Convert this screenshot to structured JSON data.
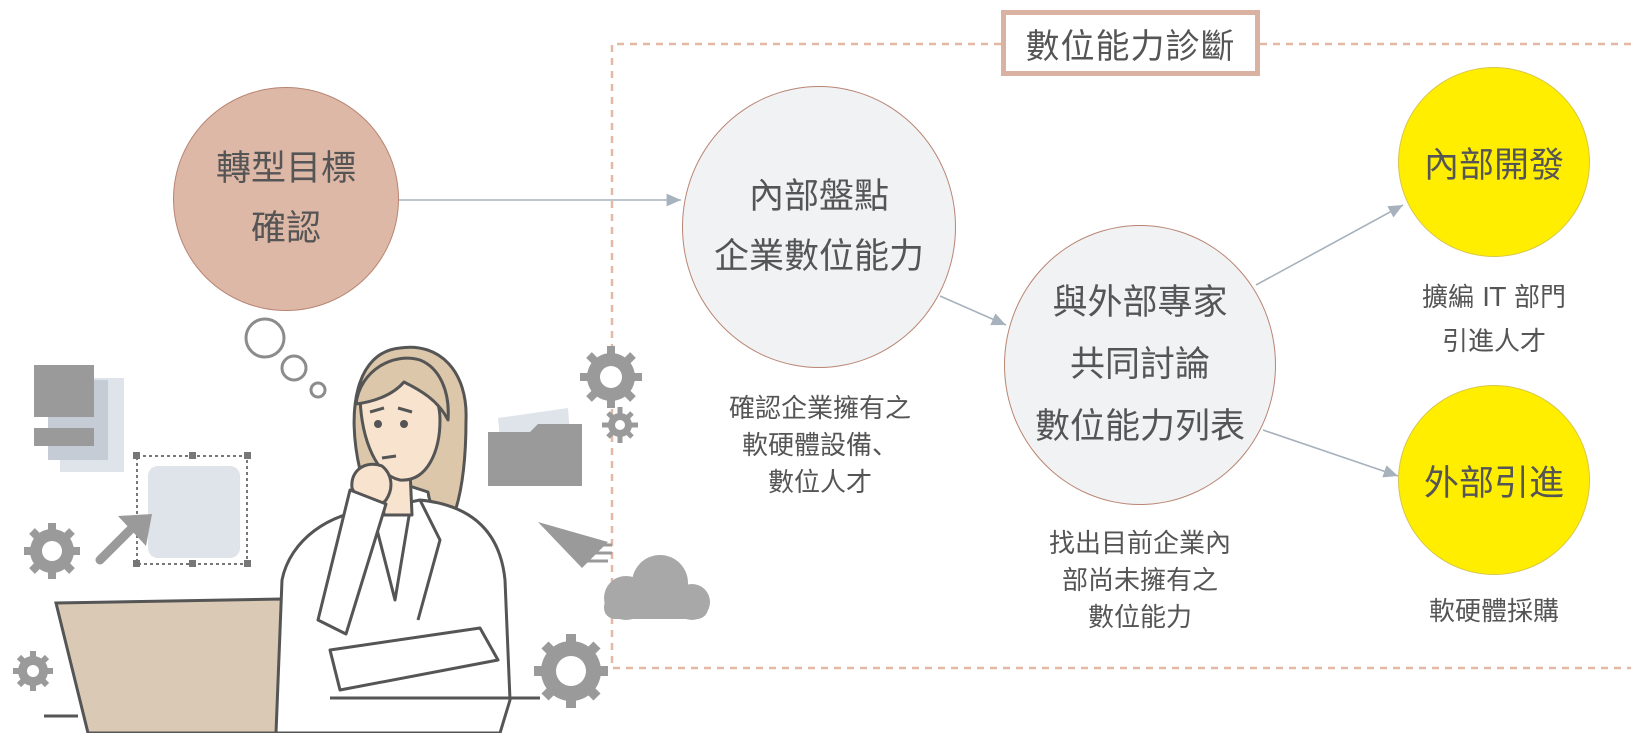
{
  "colors": {
    "dashed_frame": "#e3b9a6",
    "title_border": "#d9b2a2",
    "goal_circle_fill": "#deb8a7",
    "goal_circle_stroke": "#b98573",
    "gray_circle_fill": "#f1f2f4",
    "gray_circle_stroke": "#b98573",
    "yellow_circle_fill": "#ffee00",
    "yellow_circle_stroke": "#d7c64a",
    "arrow": "#a7b2bd",
    "text": "#555555",
    "icon_gray": "#9a9a9a"
  },
  "diagram_title": "數位能力診斷",
  "nodes": {
    "goal": {
      "lines": [
        "轉型目標",
        "確認"
      ]
    },
    "inventory": {
      "lines": [
        "內部盤點",
        "企業數位能力"
      ]
    },
    "discuss": {
      "lines": [
        "與外部專家",
        "共同討論",
        "數位能力列表"
      ]
    },
    "internal_dev": {
      "lines": [
        "內部開發"
      ]
    },
    "external_intro": {
      "lines": [
        "外部引進"
      ]
    }
  },
  "captions": {
    "inventory": [
      "確認企業擁有之",
      "軟硬體設備、",
      "數位人才"
    ],
    "discuss": [
      "找出目前企業內",
      "部尚未擁有之",
      "數位能力"
    ],
    "internal_dev": [
      "擴編 IT 部門",
      "引進人才"
    ],
    "external_intro": [
      "軟硬體採購"
    ]
  },
  "illustration": {
    "person": "thinking-businesswoman",
    "icons": [
      "gear-icon",
      "folder-icon",
      "cloud-icon",
      "cursor-icon",
      "paper-plane-icon",
      "laptop-icon",
      "thought-bubble-icon"
    ]
  }
}
